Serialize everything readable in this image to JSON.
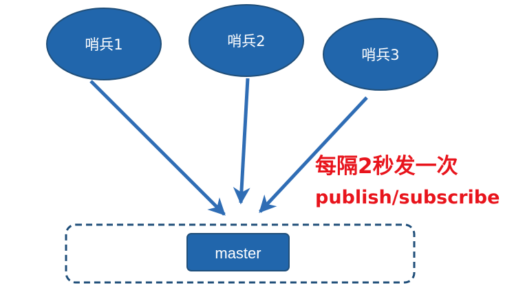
{
  "sentinels": [
    {
      "label": "哨兵1"
    },
    {
      "label": "哨兵2"
    },
    {
      "label": "哨兵3"
    }
  ],
  "master": {
    "label": "master"
  },
  "annotation": {
    "line1": "每隔2秒发一次",
    "line2": "publish/subscribe"
  },
  "colors": {
    "node_fill": "#2166ac",
    "node_stroke": "#1f4e79",
    "arrow": "#2f6db5",
    "annotation": "#e8141c",
    "dashed_border": "#1f4e79"
  }
}
